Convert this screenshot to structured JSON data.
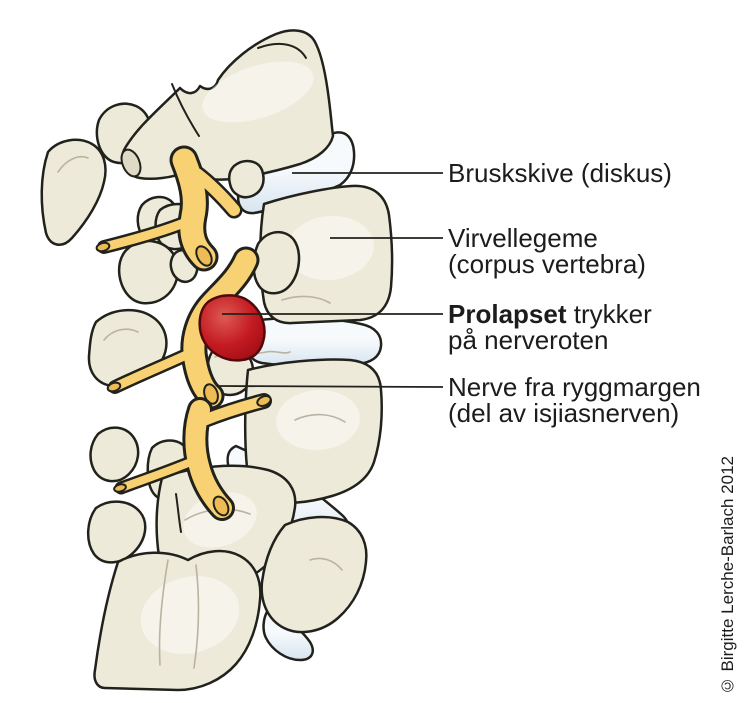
{
  "figure": {
    "type": "medical-illustration",
    "subject": "Lumbar spine side view with disc prolapse pressing on nerve root",
    "labels": {
      "disc": {
        "line1": "Bruskskive (diskus)"
      },
      "vertebra": {
        "line1": "Virvellegeme",
        "line2": "(corpus vertebra)"
      },
      "prolapse": {
        "line1_bold": "Prolapset",
        "line1_rest": " trykker",
        "line2": "på nerveroten"
      },
      "nerve": {
        "line1": "Nerve fra ryggmargen",
        "line2": "(del av isjiasnerven)"
      }
    },
    "copyright": "© Birgitte Lerche-Barlach 2012"
  },
  "colors": {
    "background": "#ffffff",
    "bone": "#edead9",
    "bone_shade": "#dfdac3",
    "outline": "#22221c",
    "disc_light": "#f6fafd",
    "disc": "#d7e4ef",
    "nerve": "#f8d173",
    "nerve_dark": "#eebb54",
    "prolapse": "#c41b22",
    "prolapse_highlight": "#de5a52",
    "prolapse_dark": "#9d0d13",
    "prolapse_outline": "#50090d",
    "detail": "#b9b3a0",
    "text": "#1c1c1c"
  }
}
